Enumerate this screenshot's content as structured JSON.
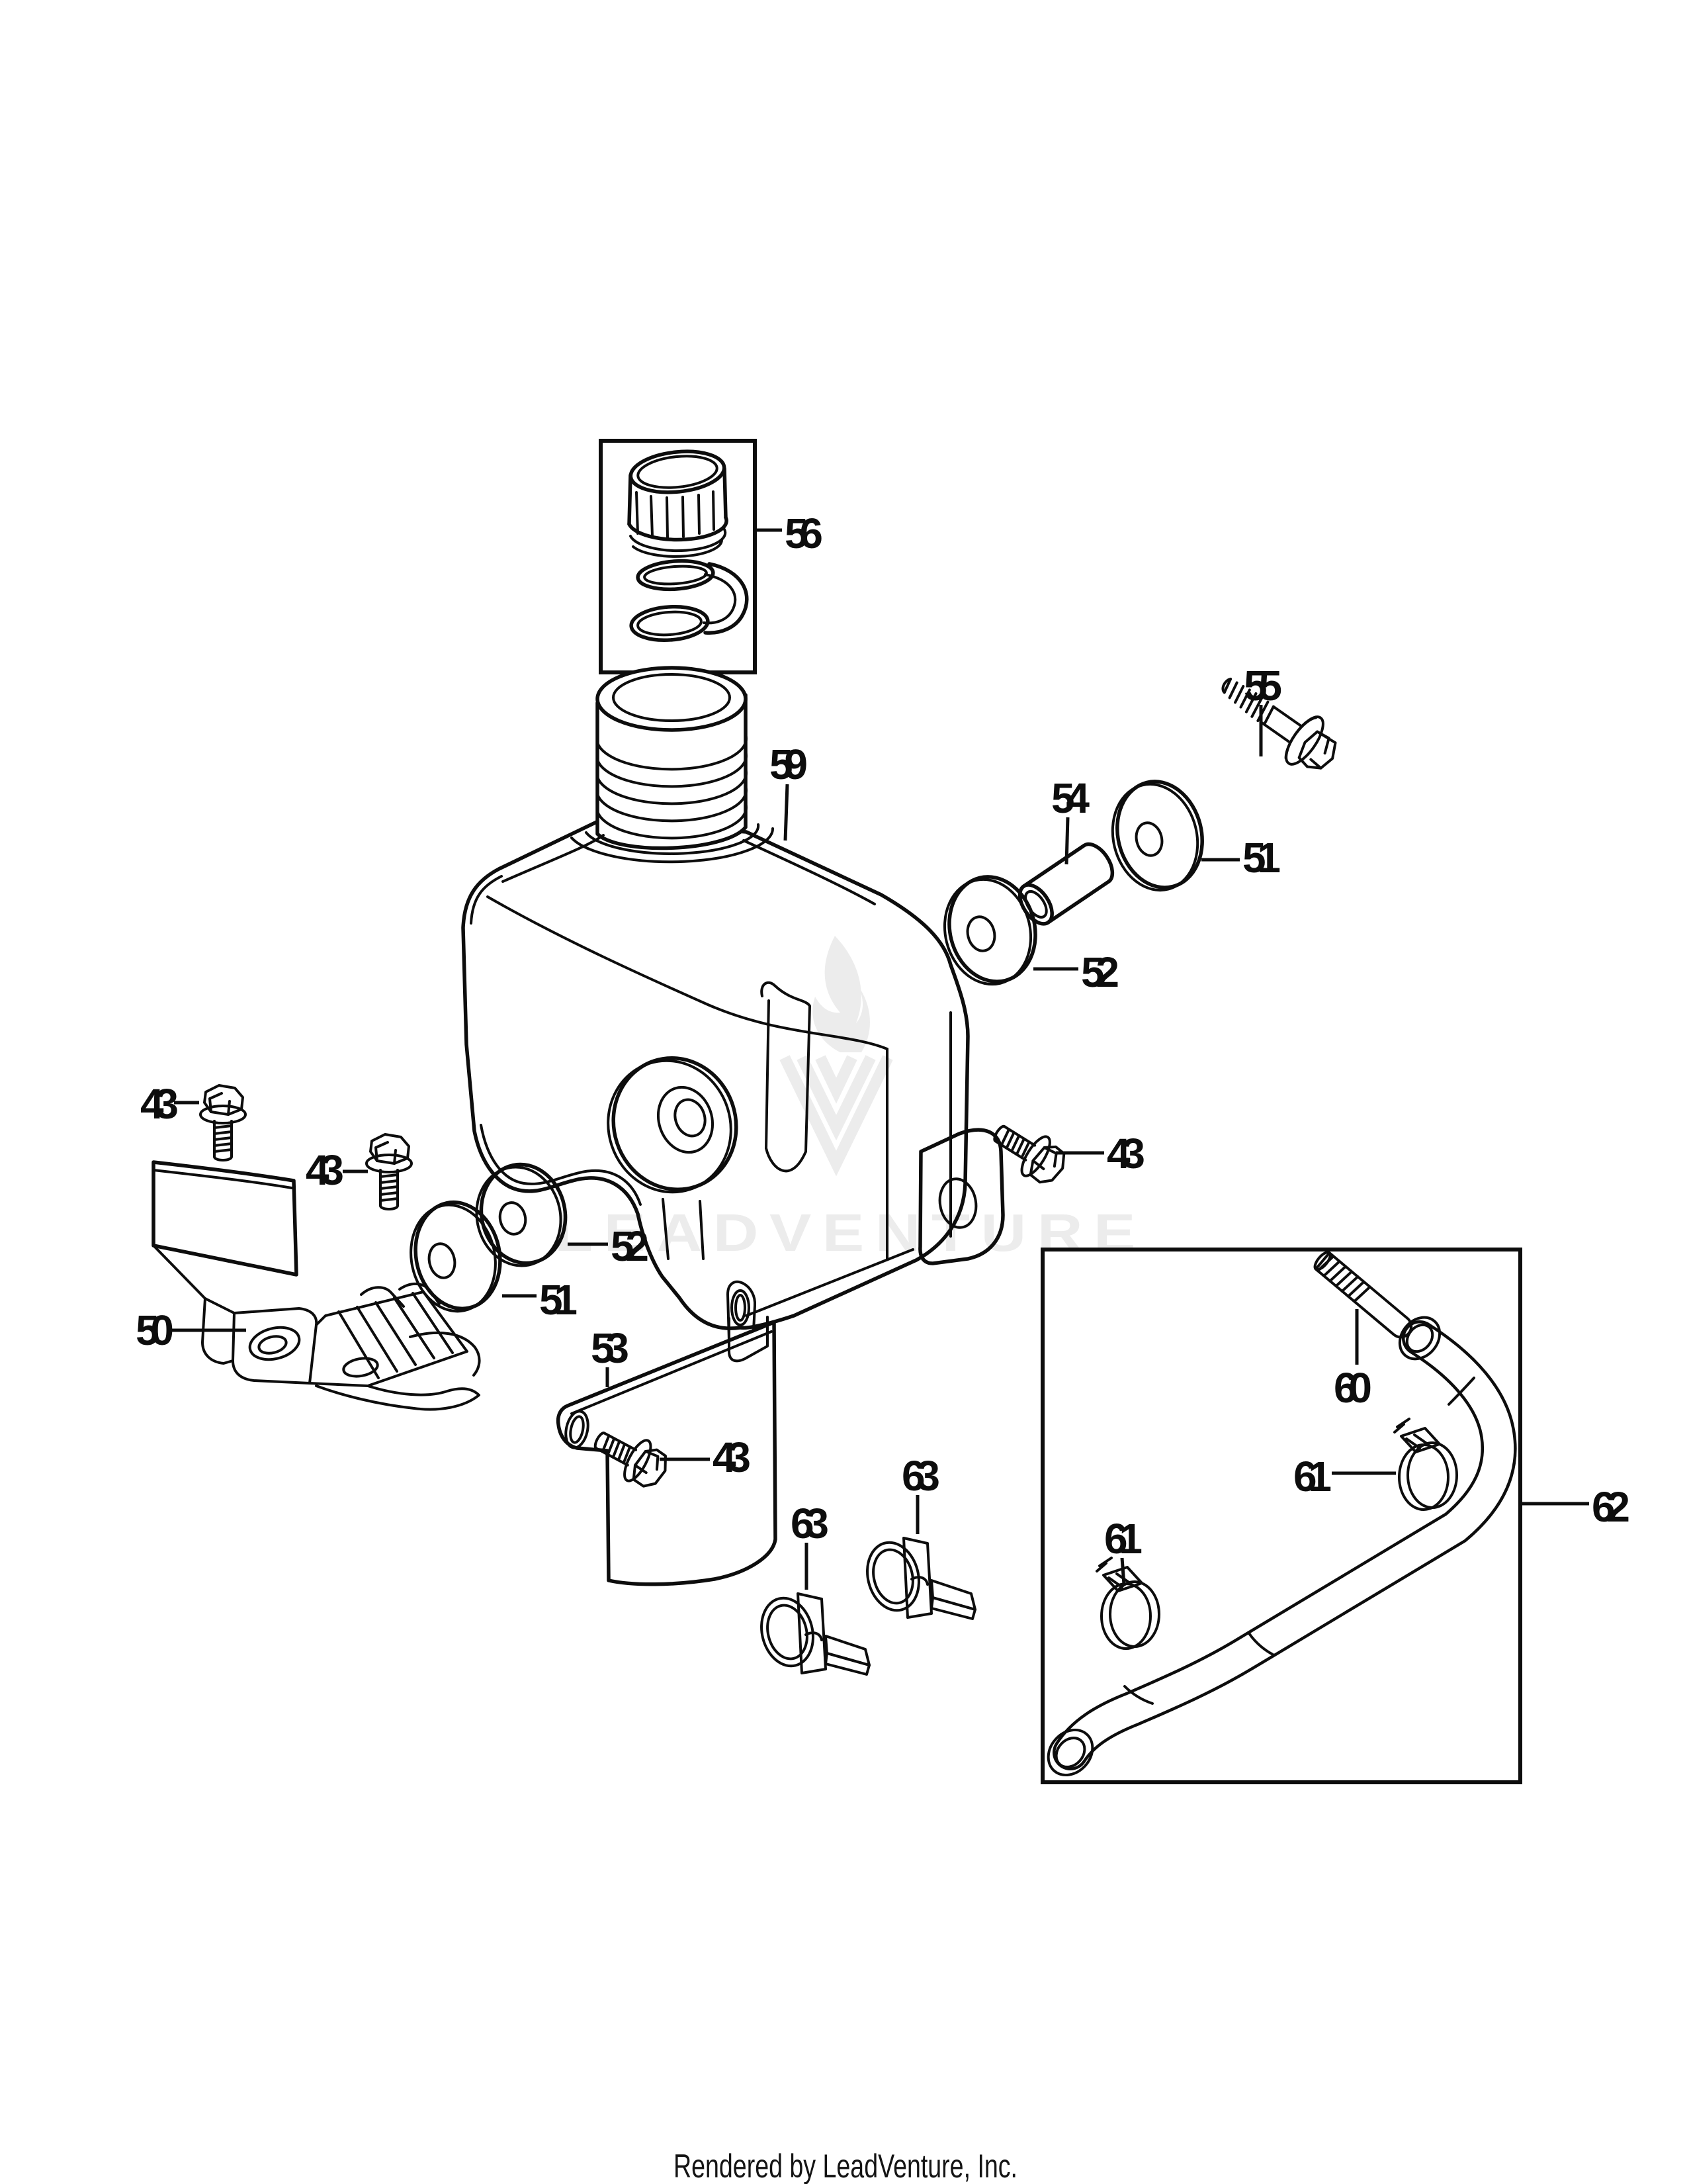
{
  "diagram": {
    "watermark_text": "LEADVENTURE",
    "footer_text": "Rendered by LeadVenture, Inc.",
    "part_numbers_visible": [
      "43",
      "50",
      "51",
      "52",
      "53",
      "54",
      "55",
      "56",
      "59",
      "60",
      "61",
      "62",
      "63"
    ],
    "colors": {
      "background": "#ffffff",
      "line": "#0d0d0d",
      "watermark": "#ececec"
    }
  },
  "callouts": [
    {
      "text": "56"
    },
    {
      "text": "59"
    },
    {
      "text": "55"
    },
    {
      "text": "54"
    },
    {
      "text": "51"
    },
    {
      "text": "52"
    },
    {
      "text": "43"
    },
    {
      "text": "43"
    },
    {
      "text": "43"
    },
    {
      "text": "52"
    },
    {
      "text": "51"
    },
    {
      "text": "50"
    },
    {
      "text": "53"
    },
    {
      "text": "43"
    },
    {
      "text": "63"
    },
    {
      "text": "63"
    },
    {
      "text": "60"
    },
    {
      "text": "61"
    },
    {
      "text": "61"
    },
    {
      "text": "62"
    }
  ]
}
